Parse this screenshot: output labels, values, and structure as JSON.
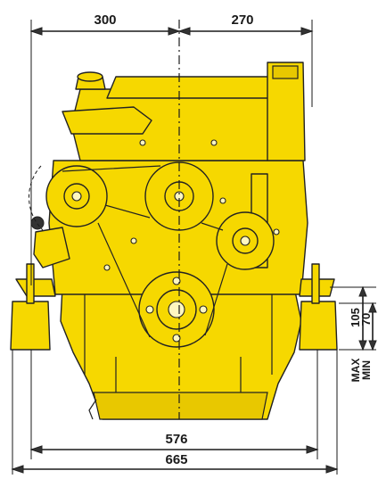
{
  "dimensions": {
    "left_half_width": "300",
    "right_half_width": "270",
    "mount_span": "576",
    "overall_width": "665",
    "mount_height_max": "105",
    "mount_height_min": "70",
    "max_label": "MAX",
    "min_label": "MIN"
  },
  "colors": {
    "engine": "#f6d800",
    "outline": "#222222",
    "dimension_lines": "#1a1a1a",
    "background": "#ffffff"
  }
}
